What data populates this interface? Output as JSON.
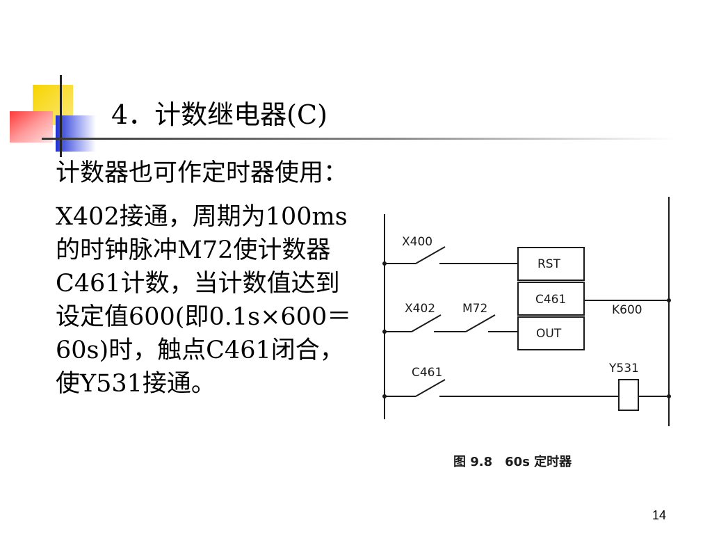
{
  "slide": {
    "title": "4．计数继电器(C)",
    "paragraph1": "计数器也可作定时器使用：",
    "paragraph2": "X402接通，周期为100ms的时钟脉冲M72使计数器C461计数，当计数值达到设定值600(即0.1s×600＝60s)时，触点C461闭合，使Y531接通。",
    "page_number": "14"
  },
  "diagram": {
    "labels": {
      "x400": "X400",
      "x402": "X402",
      "m72": "M72",
      "c461_contact": "C461",
      "rst": "RST",
      "c461_box": "C461",
      "out": "OUT",
      "k600": "K600",
      "y531": "Y531"
    },
    "caption": "图 9.8　60s 定时器"
  },
  "colors": {
    "yellow": "#f5d21a",
    "red": "#f03c3c",
    "blue": "#2a3bd6"
  }
}
